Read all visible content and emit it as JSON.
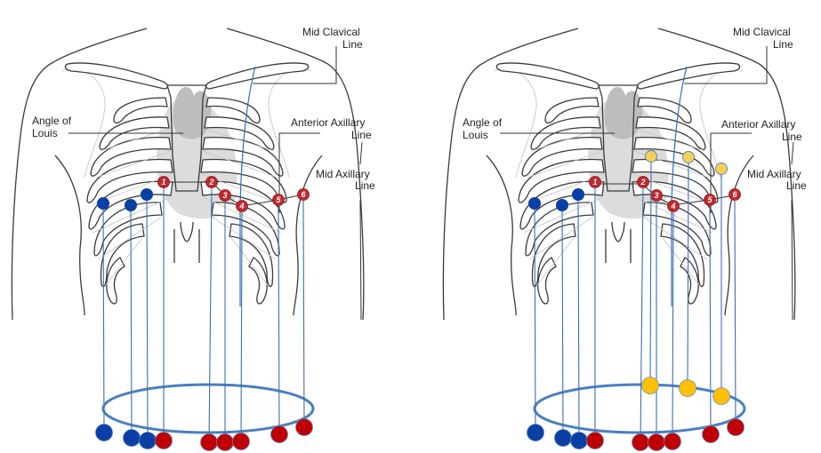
{
  "colors": {
    "limb_electrode": "#0a3fa6",
    "precordial_electrode": "#c00000",
    "extra_electrode": "#ffc000",
    "extra_electrode_chest": "#f7d154",
    "ring": "#4a7fc0",
    "drop_line": "#3f6fae",
    "numbered_marker": "#c1272d"
  },
  "panels": [
    {
      "id": "standard",
      "labels": {
        "mid_clavical_1": "Mid Clavical",
        "mid_clavical_2": "Line",
        "angle_1": "Angle of",
        "angle_2": "Louis",
        "anterior_1": "Anterior Axillary",
        "anterior_2": "Line",
        "mid_axillary_1": "Mid Axillary",
        "mid_axillary_2": "Line"
      },
      "markers": [
        "1",
        "2",
        "3",
        "4",
        "5",
        "6"
      ],
      "has_extra_leads": false
    },
    {
      "id": "extended",
      "labels": {
        "mid_clavical_1": "Mid Clavical",
        "mid_clavical_2": "Line",
        "angle_1": "Angle of",
        "angle_2": "Louis",
        "anterior_1": "Anterior Axillary",
        "anterior_2": "Line",
        "mid_axillary_1": "Mid Axillary",
        "mid_axillary_2": "Line"
      },
      "markers": [
        "1",
        "2",
        "3",
        "4",
        "5",
        "6"
      ],
      "has_extra_leads": true,
      "extra_lead_count": 3
    }
  ],
  "limb_electrode_count": 3
}
